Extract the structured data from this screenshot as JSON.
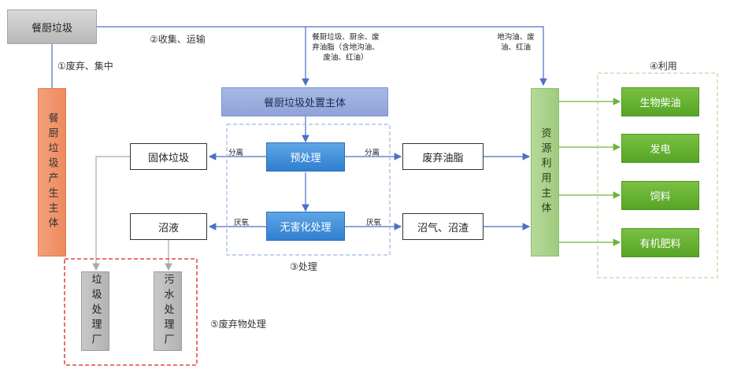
{
  "nodes": {
    "kitchen_waste": "餐厨垃圾",
    "generator": "餐厨垃圾产生主体",
    "disposal_body": "餐厨垃圾处置主体",
    "pretreatment": "预处理",
    "harmless": "无害化处理",
    "solid_waste": "固体垃圾",
    "biogas_liquid": "沼液",
    "waste_oil": "废弃油脂",
    "biogas_residue": "沼气、沼渣",
    "resource_body": "资源利用主体",
    "biodiesel": "生物柴油",
    "power": "发电",
    "feed": "饲料",
    "fertilizer": "有机肥料",
    "garbage_plant": "垃圾处理厂",
    "sewage_plant": "污水处理厂"
  },
  "labels": {
    "step1": "①废弃、集中",
    "step2": "②收集、运输",
    "step3": "③处理",
    "step4": "④利用",
    "step5": "⑤废弃物处理",
    "mid_note": "餐厨垃圾、厨余、废弃油脂（含地沟油、废油、红油）",
    "right_note": "地沟油、废油、红油",
    "sep_left": "分离",
    "sep_right": "分离",
    "ana_left": "厌氧",
    "ana_right": "厌氧"
  }
}
